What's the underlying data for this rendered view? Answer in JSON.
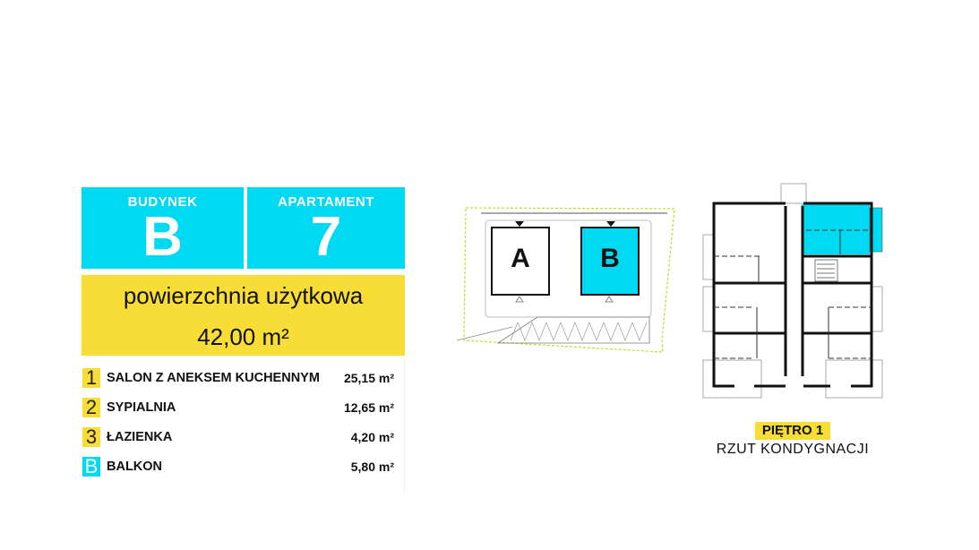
{
  "building": {
    "label": "BUDYNEK",
    "value": "B"
  },
  "apartment": {
    "label": "APARTAMENT",
    "value": "7"
  },
  "area": {
    "label": "powierzchnia użytkowa",
    "value": "42,00 m²"
  },
  "rooms": [
    {
      "num": "1",
      "name": "SALON Z ANEKSEM KUCHENNYM",
      "area": "25,15 m²"
    },
    {
      "num": "2",
      "name": "SYPIALNIA",
      "area": "12,65 m²"
    },
    {
      "num": "3",
      "name": "ŁAZIENKA",
      "area": "4,20 m²"
    },
    {
      "num": "B",
      "name": "BALKON",
      "area": "5,80 m²"
    }
  ],
  "site_plan": {
    "building_a": "A",
    "building_b": "B"
  },
  "floor": {
    "title": "PIĘTRO 1",
    "subtitle": "RZUT KONDYGNACJI"
  },
  "colors": {
    "accent": "#00d9f2",
    "highlight": "#f7dd35"
  }
}
